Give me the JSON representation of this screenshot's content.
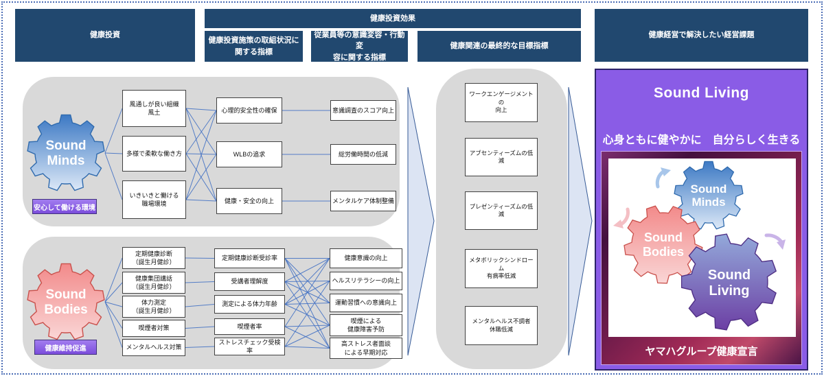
{
  "colors": {
    "header_navy": "#21486F",
    "connector_blue": "#4472C4",
    "panel_purple": "#8A5CE6",
    "tag_purple": "#7B4DDC",
    "gear_minds_blue": "#3C79C4",
    "gear_bodies_pink": "#F28A8A",
    "gear_living_purple": "#6C3FA4",
    "flow_arrow_fill": "#DCE4F3",
    "dotted_border_blue": "#4A6CB5"
  },
  "header": {
    "investment": "健康投資",
    "effect": "健康投資効果",
    "effect_sub1": "健康投資施策の取組状況に\n関する指標",
    "effect_sub2": "従業員等の意識変容・行動変\n容に関する指標",
    "final_goals": "健康関連の最終的な目標指標",
    "issues": "健康経営で解決したい経営課題"
  },
  "minds": {
    "gear": {
      "line1": "Sound",
      "line2": "Minds"
    },
    "tag": "安心して働ける環境",
    "items": [
      "風通しが良い組織\n風土",
      "多様で柔軟な働き方",
      "いきいきと働ける\n職場環境"
    ],
    "indicators": [
      "心理的安全性の確保",
      "WLBの追求",
      "健康・安全の向上"
    ],
    "outcomes": [
      "意識調査のスコア向上",
      "総労働時間の低減",
      "メンタルケア体制整備"
    ]
  },
  "bodies": {
    "gear": {
      "line1": "Sound",
      "line2": "Bodies"
    },
    "tag": "健康維持促進",
    "items": [
      "定期健康診断\n（誕生月健診）",
      "健康集団講話\n（誕生月健診）",
      "体力測定\n（誕生月健診）",
      "喫煙者対策",
      "メンタルヘルス対策"
    ],
    "indicators": [
      "定期健康診断受診率",
      "受講者理解度",
      "測定による体力年齢",
      "喫煙者率",
      "ストレスチェック受検率"
    ],
    "outcomes": [
      "健康意識の向上",
      "ヘルスリテラシーの向上",
      "運動習慣への意識向上",
      "喫煙による\n健康障害予防",
      "高ストレス者面談\nによる早期対応"
    ]
  },
  "goals": [
    "ワークエンゲージメントの\n向上",
    "アブセンティーズムの低減",
    "プレゼンティーズムの低減",
    "メタボリックシンドローム\n有病率低減",
    "メンタルヘルス不調者\n休職低減"
  ],
  "panel": {
    "title": "Sound Living",
    "subtitle": "心身ともに健やかに　自分らしく生きる",
    "declaration": "ヤマハグループ健康宣言",
    "gear_minds": {
      "line1": "Sound",
      "line2": "Minds"
    },
    "gear_bodies": {
      "line1": "Sound",
      "line2": "Bodies"
    },
    "gear_living": {
      "line1": "Sound",
      "line2": "Living"
    }
  },
  "connections": [
    [
      "gearM",
      "tm0"
    ],
    [
      "gearM",
      "tm1"
    ],
    [
      "gearM",
      "tm2"
    ],
    [
      "tm0",
      "ti0"
    ],
    [
      "tm0",
      "ti1"
    ],
    [
      "tm0",
      "ti2"
    ],
    [
      "tm1",
      "ti0"
    ],
    [
      "tm1",
      "ti1"
    ],
    [
      "tm1",
      "ti2"
    ],
    [
      "tm2",
      "ti0"
    ],
    [
      "tm2",
      "ti1"
    ],
    [
      "tm2",
      "ti2"
    ],
    [
      "ti0",
      "to0"
    ],
    [
      "ti1",
      "to1"
    ],
    [
      "ti2",
      "to2"
    ],
    [
      "gearB",
      "bm0"
    ],
    [
      "gearB",
      "bm1"
    ],
    [
      "gearB",
      "bm2"
    ],
    [
      "gearB",
      "bm3"
    ],
    [
      "gearB",
      "bm4"
    ],
    [
      "bm0",
      "bi0"
    ],
    [
      "bm1",
      "bi1"
    ],
    [
      "bm2",
      "bi2"
    ],
    [
      "bm3",
      "bi3"
    ],
    [
      "bm4",
      "bi4"
    ],
    [
      "bi0",
      "bo0"
    ],
    [
      "bi0",
      "bo2"
    ],
    [
      "bi0",
      "bo3"
    ],
    [
      "bi0",
      "bo4"
    ],
    [
      "bi1",
      "bo0"
    ],
    [
      "bi1",
      "bo1"
    ],
    [
      "bi1",
      "bo2"
    ],
    [
      "bi1",
      "bo4"
    ],
    [
      "bi2",
      "bo0"
    ],
    [
      "bi2",
      "bo1"
    ],
    [
      "bi2",
      "bo2"
    ],
    [
      "bi2",
      "bo3"
    ],
    [
      "bi3",
      "bo0"
    ],
    [
      "bi3",
      "bo3"
    ],
    [
      "bi3",
      "bo4"
    ],
    [
      "bi4",
      "bo1"
    ],
    [
      "bi4",
      "bo3"
    ],
    [
      "bi4",
      "bo4"
    ]
  ]
}
